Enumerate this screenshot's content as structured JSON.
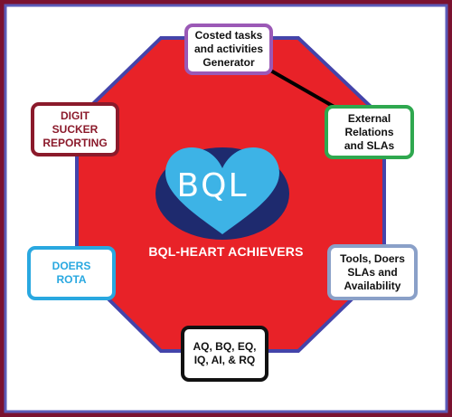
{
  "diagram": {
    "center_title": "BQL-HEART ACHIEVERS",
    "heart_text": "BQL",
    "nodes": [
      {
        "id": "costed-tasks",
        "label": "Costed tasks\nand activities\nGenerator",
        "border_color": "#9b59b6"
      },
      {
        "id": "external-relations",
        "label": "External\nRelations\nand SLAs",
        "border_color": "#2fa84f"
      },
      {
        "id": "tools-doers",
        "label": "Tools, Doers\nSLAs and\nAvailability",
        "border_color": "#8aa0c8"
      },
      {
        "id": "aq-bq",
        "label": "AQ, BQ, EQ,\nIQ, AI, & RQ",
        "border_color": "#111111"
      },
      {
        "id": "doers-rota",
        "label": "DOERS\nROTA",
        "border_color": "#29a8e0",
        "text_color": "#29a8e0"
      },
      {
        "id": "digit-sucker",
        "label": "DIGIT\nSUCKER\nREPORTING",
        "border_color": "#8b1a2b",
        "text_color": "#8b1a2b"
      }
    ]
  },
  "colors": {
    "frame_outer": "#7b1230",
    "frame_inner": "#5b5bb8",
    "octagon_fill": "#e82228",
    "octagon_stroke": "#4444aa",
    "ellipse_fill": "#1e2a6e",
    "heart_fill": "#3db3e6"
  }
}
